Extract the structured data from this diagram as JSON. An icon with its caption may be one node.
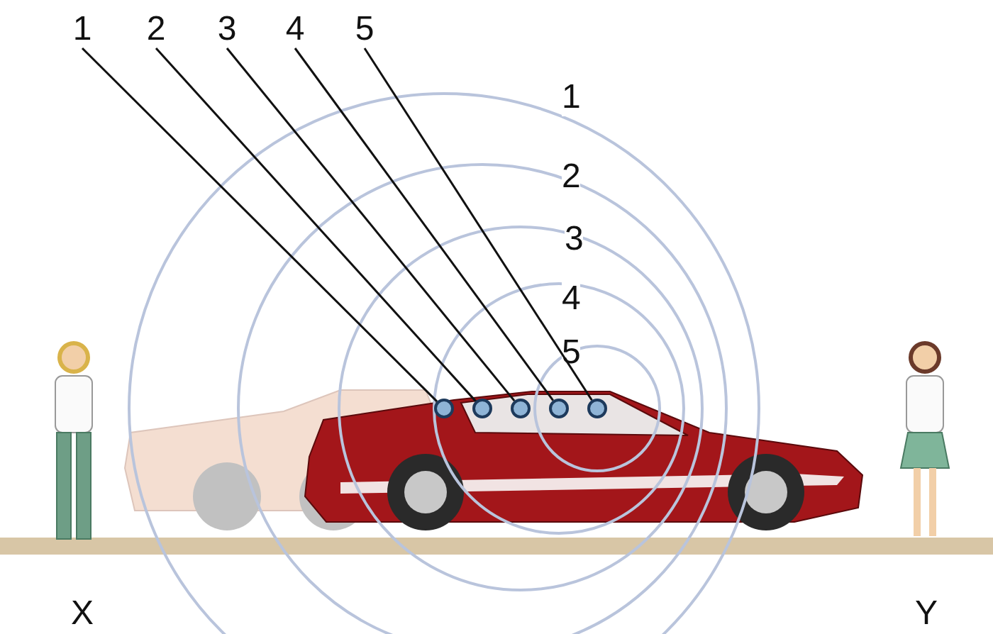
{
  "diagram": {
    "nodes": [
      {
        "text": [
          "1"
        ]
      },
      {
        "text": [
          "2"
        ]
      },
      {
        "text": [
          "3"
        ]
      },
      {
        "text": [
          "4"
        ]
      },
      {
        "text": [
          "5"
        ]
      },
      {
        "text": [],
        "shape": "circle"
      },
      {
        "text": [],
        "shape": "circle"
      },
      {
        "text": [],
        "shape": "circle"
      },
      {
        "text": [],
        "shape": "circle"
      },
      {
        "text": [],
        "shape": "circle"
      }
    ],
    "edges": [
      {
        "from": 0,
        "to": 5,
        "arrow": "none"
      },
      {
        "from": 1,
        "to": 6,
        "arrow": "none"
      },
      {
        "from": 2,
        "to": 7,
        "arrow": "none"
      },
      {
        "from": 3,
        "to": 8,
        "arrow": "none"
      },
      {
        "from": 4,
        "to": 9,
        "arrow": "none"
      }
    ],
    "labels": [
      "1",
      "2",
      "3",
      "4",
      "5",
      "X",
      "Y"
    ]
  }
}
